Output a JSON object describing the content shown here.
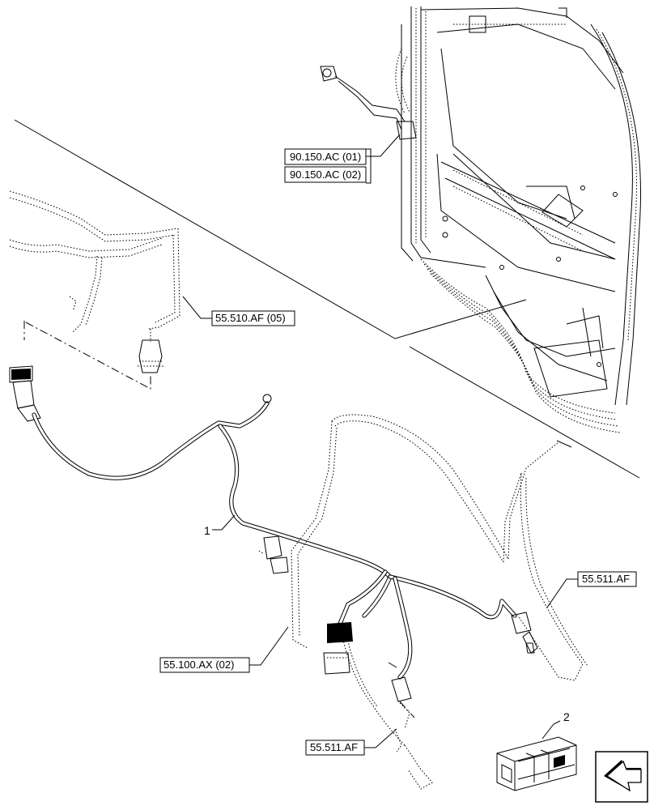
{
  "callouts": {
    "item_1": "1",
    "item_2": "2"
  },
  "references": {
    "ref_90_150_ac_01": "90.150.AC (01)",
    "ref_90_150_ac_02": "90.150.AC (02)",
    "ref_55_510_af_05": "55.510.AF (05)",
    "ref_55_511_af_right": "55.511.AF",
    "ref_55_100_ax_02": "55.100.AX (02)",
    "ref_55_511_af_bottom": "55.511.AF"
  },
  "icons": {
    "kit_box": "crate-icon",
    "navigation": "arrow-next-icon"
  }
}
